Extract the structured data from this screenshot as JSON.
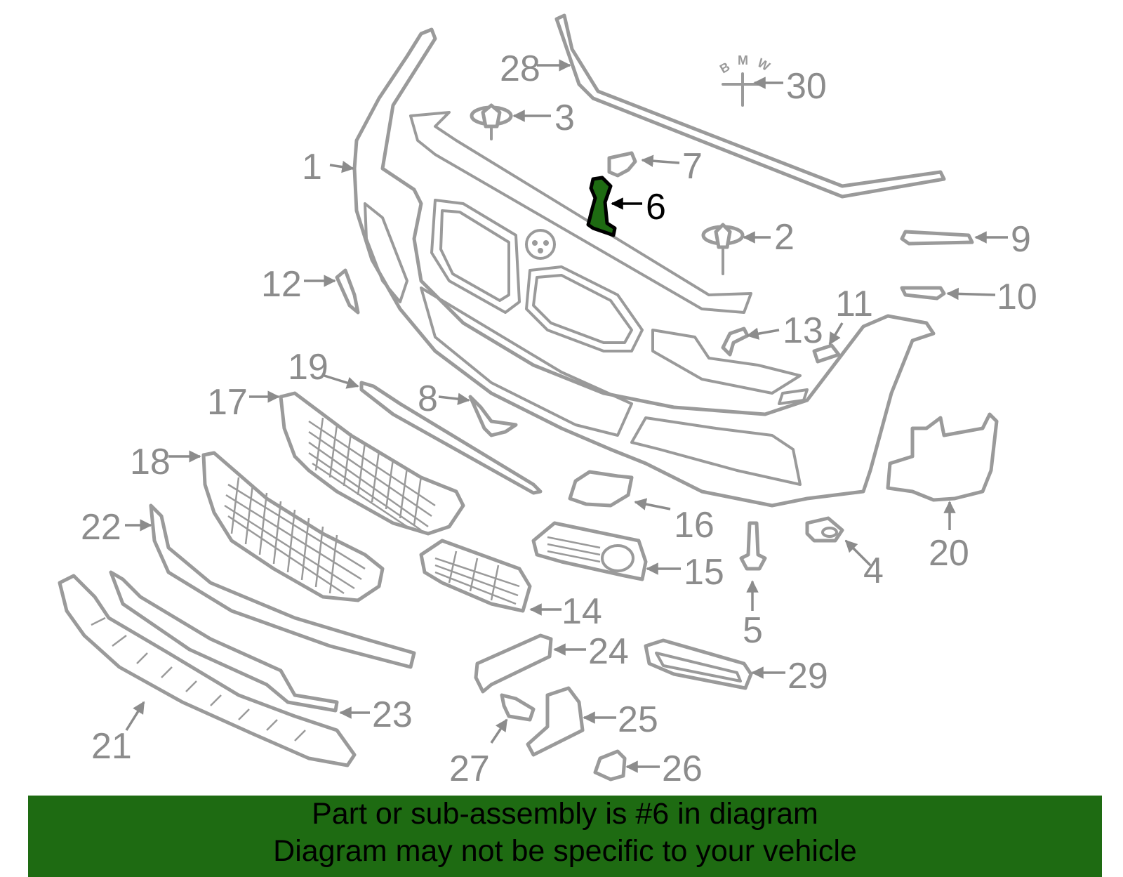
{
  "diagram": {
    "highlight_part": "6",
    "highlight_color": "#1e6b12",
    "line_color": "#9a9a9a",
    "logo_letters": [
      "B",
      "M",
      "W"
    ],
    "callouts": [
      {
        "id": "c1",
        "label": "1"
      },
      {
        "id": "c2",
        "label": "2"
      },
      {
        "id": "c3",
        "label": "3"
      },
      {
        "id": "c4",
        "label": "4"
      },
      {
        "id": "c5",
        "label": "5"
      },
      {
        "id": "c6",
        "label": "6"
      },
      {
        "id": "c7",
        "label": "7"
      },
      {
        "id": "c8",
        "label": "8"
      },
      {
        "id": "c9",
        "label": "9"
      },
      {
        "id": "c10",
        "label": "10"
      },
      {
        "id": "c11",
        "label": "11"
      },
      {
        "id": "c12",
        "label": "12"
      },
      {
        "id": "c13",
        "label": "13"
      },
      {
        "id": "c14",
        "label": "14"
      },
      {
        "id": "c15",
        "label": "15"
      },
      {
        "id": "c16",
        "label": "16"
      },
      {
        "id": "c17",
        "label": "17"
      },
      {
        "id": "c18",
        "label": "18"
      },
      {
        "id": "c19",
        "label": "19"
      },
      {
        "id": "c20",
        "label": "20"
      },
      {
        "id": "c21",
        "label": "21"
      },
      {
        "id": "c22",
        "label": "22"
      },
      {
        "id": "c23",
        "label": "23"
      },
      {
        "id": "c24",
        "label": "24"
      },
      {
        "id": "c25",
        "label": "25"
      },
      {
        "id": "c26",
        "label": "26"
      },
      {
        "id": "c27",
        "label": "27"
      },
      {
        "id": "c28",
        "label": "28"
      },
      {
        "id": "c29",
        "label": "29"
      },
      {
        "id": "c30",
        "label": "30"
      }
    ]
  },
  "footer": {
    "line1": "Part or sub-assembly is #6 in diagram",
    "line2": "Diagram may not be specific to your vehicle",
    "background": "#1e6b12"
  }
}
